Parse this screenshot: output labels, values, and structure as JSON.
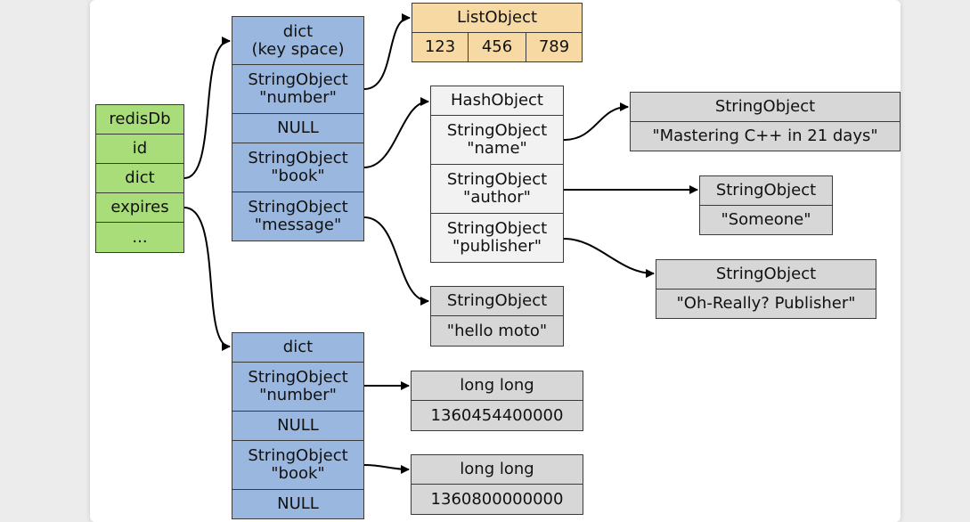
{
  "colors": {
    "redisdb": "#a9dd7a",
    "dict": "#9ab8df",
    "list": "#f7d9a4",
    "string_value": "#d7d7d7",
    "hash": "#f2f2f2",
    "stroke": "#3a3a3a"
  },
  "redisdb": [
    "redisDb",
    "id",
    "dict",
    "expires",
    "..."
  ],
  "keyspace": {
    "header": "dict\n(key space)",
    "entries": [
      "StringObject\n\"number\"",
      "NULL",
      "StringObject\n\"book\"",
      "StringObject\n\"message\""
    ]
  },
  "list_object": {
    "title": "ListObject",
    "items": [
      "123",
      "456",
      "789"
    ]
  },
  "hash_object": {
    "title": "HashObject",
    "fields": [
      "StringObject\n\"name\"",
      "StringObject\n\"author\"",
      "StringObject\n\"publisher\""
    ]
  },
  "message_value": {
    "title": "StringObject",
    "value": "\"hello moto\""
  },
  "name_value": {
    "title": "StringObject",
    "value": "\"Mastering C++ in 21 days\""
  },
  "author_value": {
    "title": "StringObject",
    "value": "\"Someone\""
  },
  "publisher_value": {
    "title": "StringObject",
    "value": "\"Oh-Really? Publisher\""
  },
  "expires_dict": {
    "header": "dict",
    "entries": [
      "StringObject\n\"number\"",
      "NULL",
      "StringObject\n\"book\"",
      "NULL"
    ]
  },
  "expire_number": {
    "title": "long long",
    "value": "1360454400000"
  },
  "expire_book": {
    "title": "long long",
    "value": "1360800000000"
  }
}
